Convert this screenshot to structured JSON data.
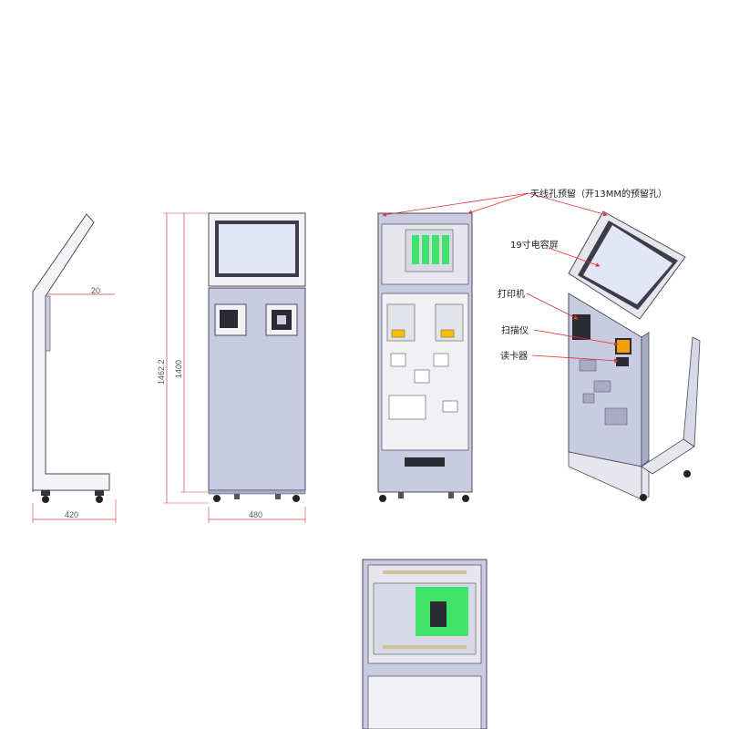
{
  "dimensions": {
    "side_width": "420",
    "side_offset": "20",
    "front_width": "480",
    "front_height_inner": "1400",
    "front_height_total": "1462.2"
  },
  "callouts": {
    "antenna": "天线孔预留（开13MM的预留孔）",
    "screen": "19寸电容屏",
    "printer": "打印机",
    "scanner": "扫描仪",
    "card_reader": "读卡器"
  },
  "colors": {
    "panel": "#c9cbe1",
    "panel_dark": "#a9abc4",
    "outline": "#4a4a5a",
    "screen": "#e3e7f5",
    "bezel": "#3d3d4a",
    "board_green": "#3fe36a",
    "leader": "#e03030",
    "dim_line": "#d83a3a"
  }
}
